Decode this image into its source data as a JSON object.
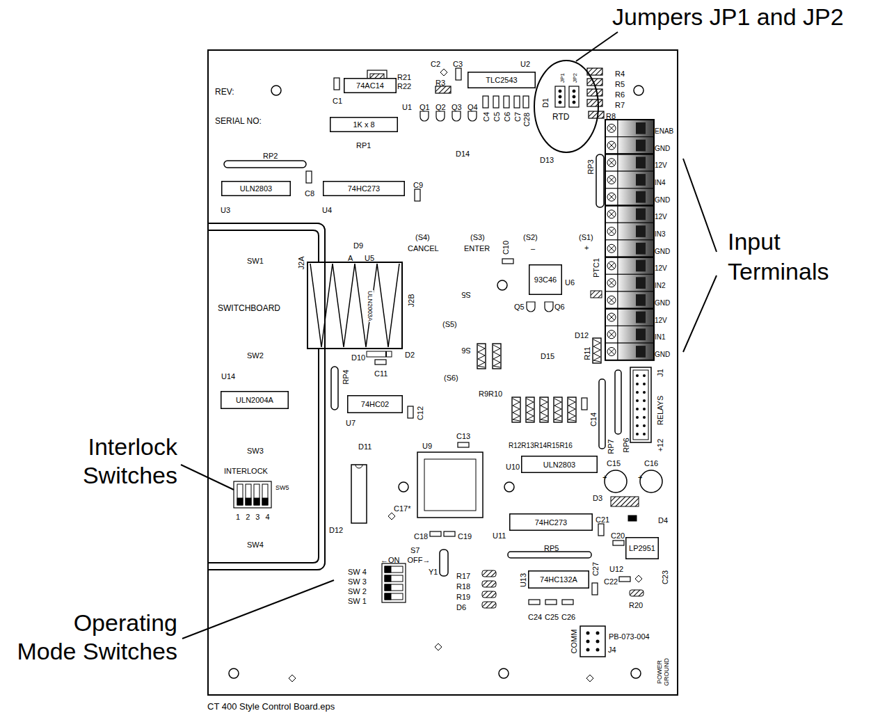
{
  "diagram": {
    "caption": "CT 400 Style Control Board.eps",
    "nodes": [
      {
        "text": [
          "REV:",
          "SERIAL NO:"
        ]
      },
      {
        "text": [
          "TLC2543"
        ],
        "in": 0
      },
      {
        "text": [
          "74AC14"
        ],
        "in": 0
      },
      {
        "text": [
          "JP1",
          "JP2",
          "RTD"
        ],
        "in": 0
      },
      {
        "text": [
          "1K x 8"
        ],
        "in": 0
      },
      {
        "text": [
          "ULN2803"
        ],
        "in": 0
      },
      {
        "text": [
          "74HC273"
        ],
        "in": 0
      },
      {
        "text": [
          "SWITCHBOARD"
        ],
        "in": 0
      },
      {
        "text": [
          "93C46"
        ],
        "in": 0
      },
      {
        "text": [
          "ULN2004A"
        ],
        "in": 7
      },
      {
        "text": [
          "74HC02"
        ],
        "in": 0
      },
      {
        "text": [
          "ULN2803"
        ],
        "in": 0
      },
      {
        "text": [
          "74HC273"
        ],
        "in": 0
      },
      {
        "text": [
          "LP2951"
        ],
        "in": 0
      },
      {
        "text": [
          "74HC132A"
        ],
        "in": 0
      }
    ],
    "labels": [
      "R21",
      "R22",
      "C2",
      "C3",
      "U2",
      "C1",
      "R3",
      "U1",
      "Q1",
      "Q2",
      "Q3",
      "Q4",
      "C4",
      "C5",
      "C6",
      "C7",
      "C28",
      "D1",
      "R4",
      "R5",
      "R6",
      "R7",
      "R8",
      "RP1",
      "D14",
      "D13",
      "RP2",
      "RP3",
      "ENAB",
      "GND",
      "12V",
      "IN4",
      "GND",
      "12V",
      "IN3",
      "GND",
      "12V",
      "IN2",
      "GND",
      "12V",
      "IN1",
      "GND",
      "C8",
      "C9",
      "U3",
      "U4",
      "SW1",
      "SW2",
      "U14",
      "SW3",
      "INTERLOCK",
      "SW5",
      "1 2 3 4",
      "SW4",
      "J2A",
      "D9",
      "A",
      "U5",
      "ULN2003A",
      "J2B",
      "D10",
      "D2",
      "C11",
      "(S4)",
      "CANCEL",
      "(S3)",
      "ENTER",
      "(S2)",
      "–",
      "(S1)",
      "+",
      "C10",
      "U6",
      "S5",
      "Q5",
      "Q6",
      "PTC1",
      "(S5)",
      "D12",
      "S6",
      "D15",
      "R11",
      "(S6)",
      "RP4",
      "R9R10",
      "C12",
      "U7",
      "J1",
      "RELAYS",
      "+12",
      "C13",
      "U9",
      "D11",
      "R12R13R14R15R16",
      "C14",
      "RP7",
      "RP6",
      "U10",
      "C15",
      "C16",
      "+",
      "+",
      "D3",
      "D4",
      "C17*",
      "D12",
      "C18",
      "C19",
      "U11",
      "C21",
      "C20",
      "RP5",
      "S7",
      "←ON OFF→",
      "Y1",
      "SW 4",
      "SW 3",
      "SW 2",
      "SW 1",
      "R17",
      "R18",
      "R19",
      "D6",
      "U13",
      "C27",
      "U12",
      "C22",
      "C23",
      "R20",
      "C24",
      "C25",
      "C26",
      "PB-073-004",
      "COMM",
      "J4",
      "POWER GROUND",
      "Jumpers JP1 and JP2",
      "Input Terminals",
      "Interlock Switches",
      "Operating Mode Switches"
    ]
  }
}
